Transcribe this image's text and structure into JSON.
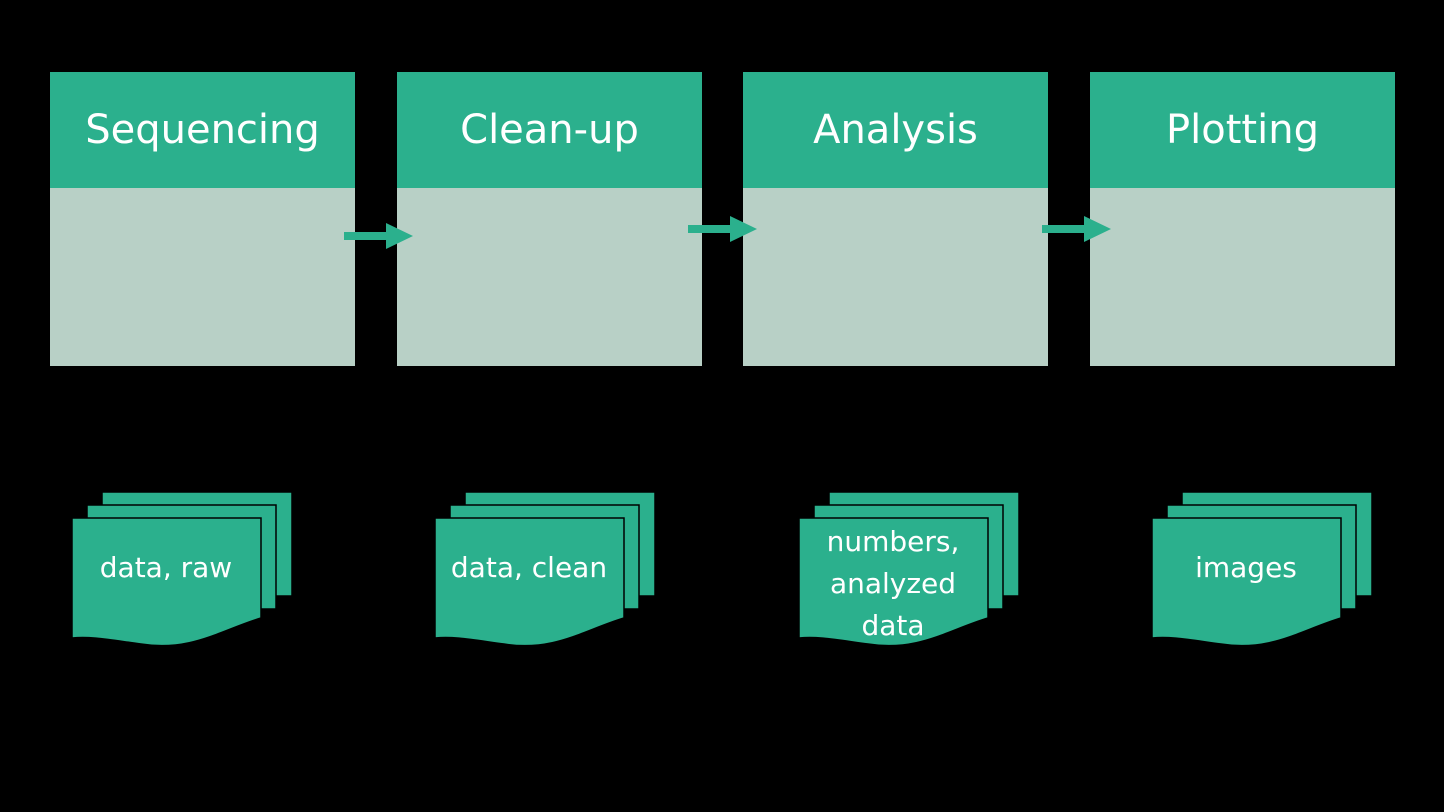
{
  "colors": {
    "background": "#000000",
    "header_fill": "#2BB08D",
    "body_fill": "#B8D0C6",
    "arrow_fill": "#2BB08D",
    "doc_fill": "#2BB08D",
    "text": "#FFFFFF"
  },
  "steps": [
    {
      "title": "Sequencing"
    },
    {
      "title": "Clean-up"
    },
    {
      "title": "Analysis"
    },
    {
      "title": "Plotting"
    }
  ],
  "outputs": [
    {
      "label": "data, raw"
    },
    {
      "label": "data, clean"
    },
    {
      "label": "numbers,\nanalyzed\ndata"
    },
    {
      "label": "images"
    }
  ],
  "connectors": [
    {
      "from": "Sequencing",
      "to": "Clean-up",
      "icon": "right-arrow-icon"
    },
    {
      "from": "Clean-up",
      "to": "Analysis",
      "icon": "right-arrow-icon"
    },
    {
      "from": "Analysis",
      "to": "Plotting",
      "icon": "right-arrow-icon"
    }
  ]
}
